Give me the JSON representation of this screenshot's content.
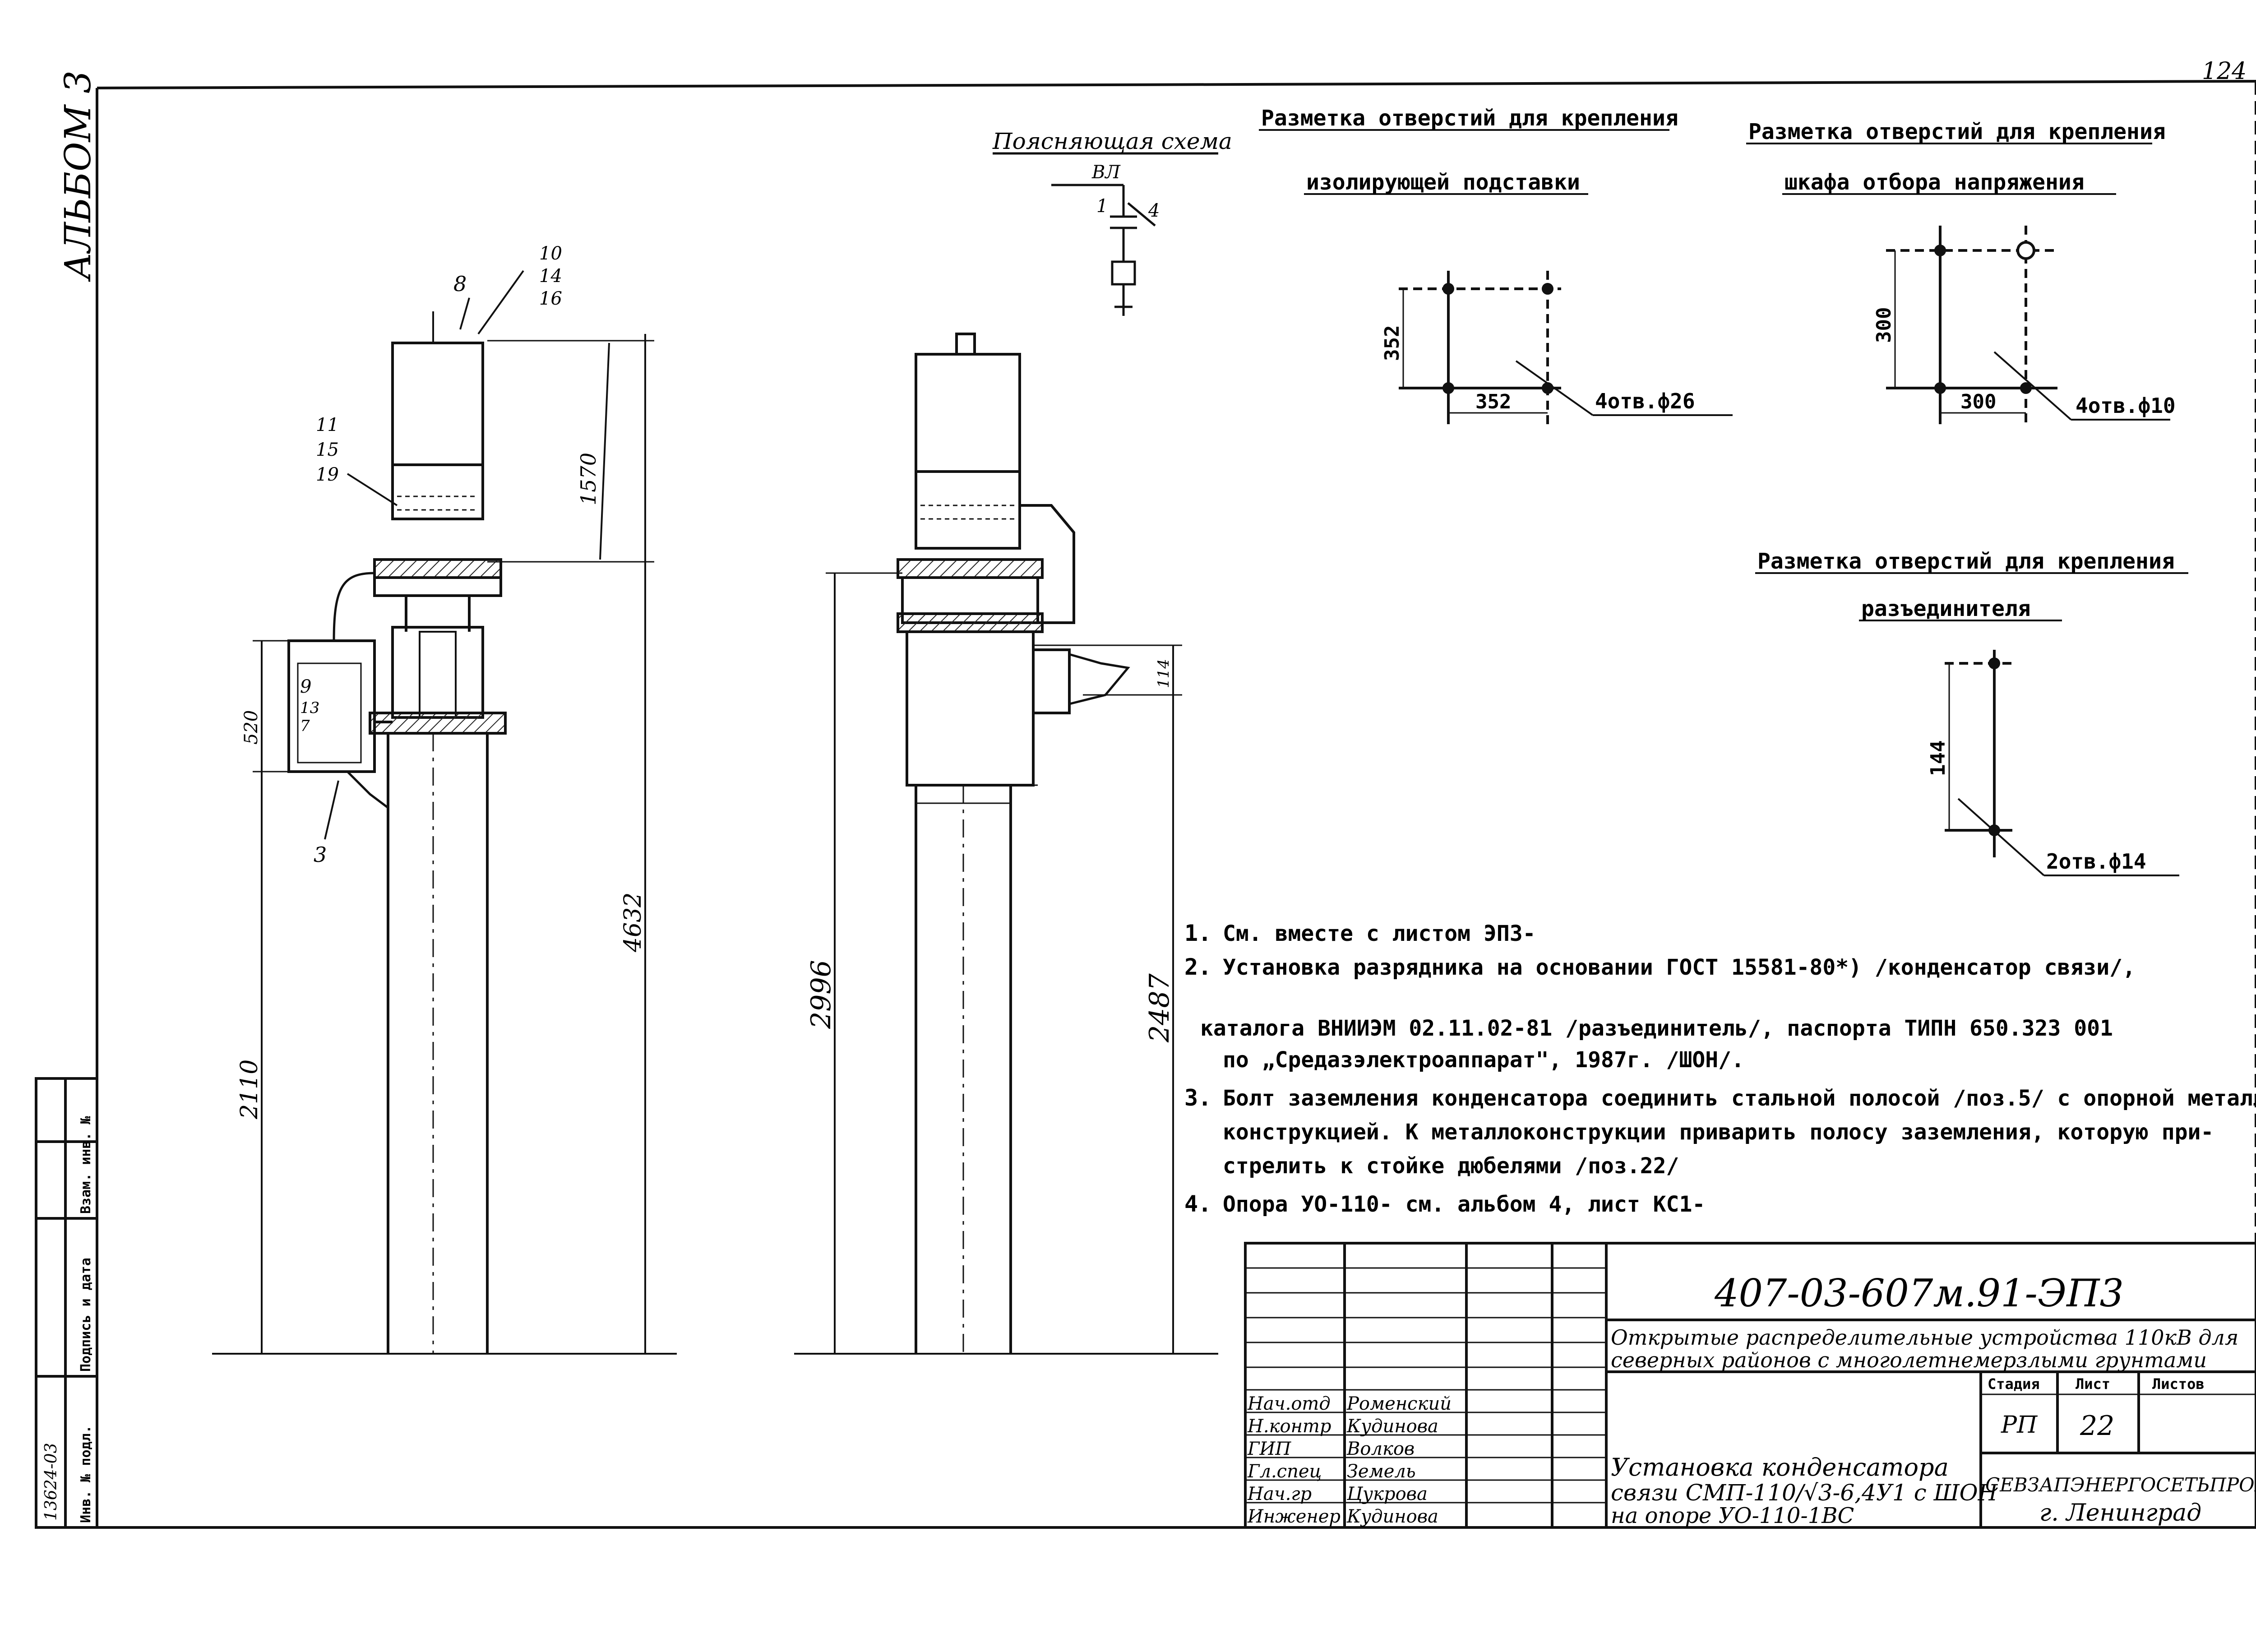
{
  "sheet": {
    "page_number": "124",
    "album_label": "АЛЬБОМ 3",
    "side_stamp": {
      "headers": [
        "Взам. инв. №",
        "Подпись и дата",
        "Инв. № подл."
      ],
      "inv_number": "13624-03"
    }
  },
  "views": {
    "explanatory_scheme_title": "Поясняющая схема",
    "scheme_labels": [
      "ВЛ",
      "1",
      "4"
    ]
  },
  "hole_markings": [
    {
      "title_line1": "Разметка отверстий для крепления",
      "title_line2": "изолирующей подставки",
      "dim_horizontal": "352",
      "dim_vertical": "352",
      "callout": "4отв.ф26"
    },
    {
      "title_line1": "Разметка отверстий для крепления",
      "title_line2": "шкафа отбора напряжения",
      "dim_horizontal": "300",
      "dim_vertical": "300",
      "callout": "4отв.ф10"
    },
    {
      "title_line1": "Разметка отверстий для крепления",
      "title_line2": "разъединителя",
      "dim_vertical": "144",
      "callout": "2отв.ф14"
    }
  ],
  "dimensions": {
    "d1570": "1570",
    "d520": "520",
    "d4632": "4632",
    "d2110": "2110",
    "d2996": "2996",
    "d2487": "2487",
    "d114": "114"
  },
  "callouts": {
    "c8": "8",
    "c10": "10",
    "c14": "14",
    "c16": "16",
    "c11": "11",
    "c15": "15",
    "c19": "19",
    "c9": "9",
    "c13": "13",
    "c7": "7",
    "c3": "3"
  },
  "notes": [
    {
      "num": "1.",
      "lines": [
        "См. вместе с листом ЭП3-"
      ]
    },
    {
      "num": "2.",
      "lines": [
        "Установка разрядника на основании ГОСТ 15581-80*) /конденсатор связи/,",
        "каталога ВНИИЭМ 02.11.02-81 /разъединитель/, паспорта ТИПН 650.323 001",
        "по „Средазэлектроаппарат\", 1987г. /ШОН/."
      ]
    },
    {
      "num": "3.",
      "lines": [
        "Болт заземления конденсатора соединить стальной полосой /поз.5/ с опорной металло-",
        "конструкцией. К металлоконструкции приварить полосу заземления, которую при-",
        "стрелить к стойке дюбелями /поз.22/"
      ]
    },
    {
      "num": "4.",
      "lines": [
        "Опора УО-110-      см. альбом 4, лист КС1-"
      ]
    }
  ],
  "title_block": {
    "document_code": "407-03-607м.91-ЭП3",
    "project_title_line1": "Открытые распределительные устройства 110кВ для",
    "project_title_line2": "северных районов с многолетнемерзлыми грунтами",
    "sheet_title_line1": "Установка конденсатора",
    "sheet_title_line2": "связи СМП-110/√3-6,4У1 с ШОН",
    "sheet_title_line3": "на опоре УО-110-1ВС",
    "stage_header": "Стадия",
    "sheet_header": "Лист",
    "sheets_header": "Листов",
    "stage": "РП",
    "sheet": "22",
    "organization_line1": "СЕВЗАПЭНЕРГОСЕТЬПРОЕКТ",
    "organization_line2": "г. Ленинград",
    "signatures": [
      {
        "role": "Нач.отд",
        "name": "Роменский"
      },
      {
        "role": "Н.контр",
        "name": "Кудинова"
      },
      {
        "role": "ГИП",
        "name": "Волков"
      },
      {
        "role": "Гл.спец",
        "name": "Земель"
      },
      {
        "role": "Нач.гр",
        "name": "Цукрова"
      },
      {
        "role": "Инженер",
        "name": "Кудинова"
      }
    ]
  }
}
